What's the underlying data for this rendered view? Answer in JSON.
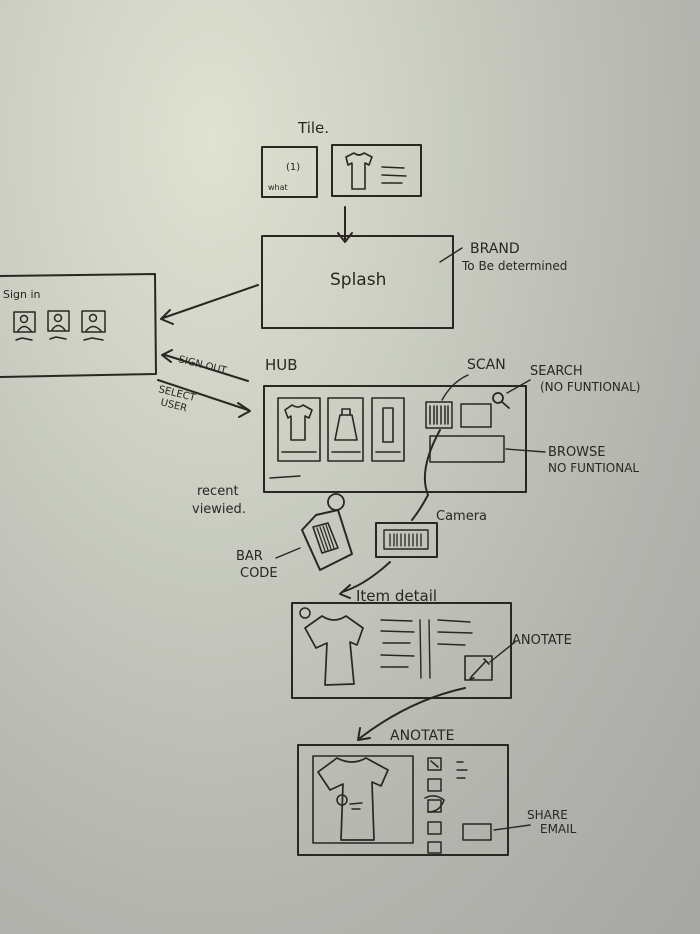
{
  "labels": {
    "tile": "Tile.",
    "tile_small": "(1)",
    "tile_small_sub": "what",
    "splash": "Splash",
    "brand_1": "BRAND",
    "brand_2": "To Be determined",
    "sign_in": "Sign in",
    "sign_out": "SIGN OUT",
    "select_user_1": "SELECT",
    "select_user_2": "USER",
    "hub": "HUB",
    "scan": "SCAN",
    "search_1": "SEARCH",
    "search_2": "(NO FUNTIONAL)",
    "browse_1": "BROWSE",
    "browse_2": "NO FUNTIONAL",
    "recent_1": "recent",
    "recent_2": "viewied.",
    "camera": "Camera",
    "bar_code_1": "BAR",
    "bar_code_2": "CODE",
    "item_detail": "Item detail",
    "anotate_detail": "ANOTATE",
    "anotate_title": "ANOTATE",
    "share_1": "SHARE",
    "share_2": "EMAIL"
  },
  "colors": {
    "ink": "#2a2622",
    "board_light": "#dfe2d2",
    "board_dark": "#a7a7a3"
  }
}
